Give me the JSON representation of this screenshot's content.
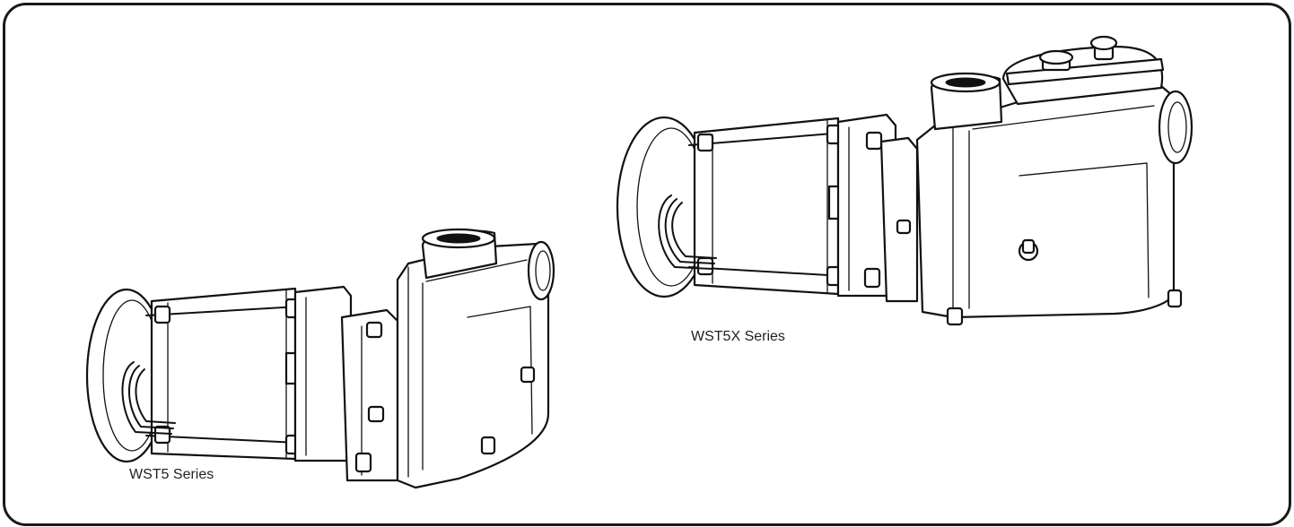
{
  "figures": [
    {
      "caption": "WST5 Series",
      "illustration": "self-priming-pump-with-motor"
    },
    {
      "caption": "WST5X Series",
      "illustration": "self-priming-pump-with-motor"
    }
  ],
  "colors": {
    "line": "#111111",
    "frame": "#1a1a1a",
    "background": "#ffffff",
    "text": "#222222"
  }
}
